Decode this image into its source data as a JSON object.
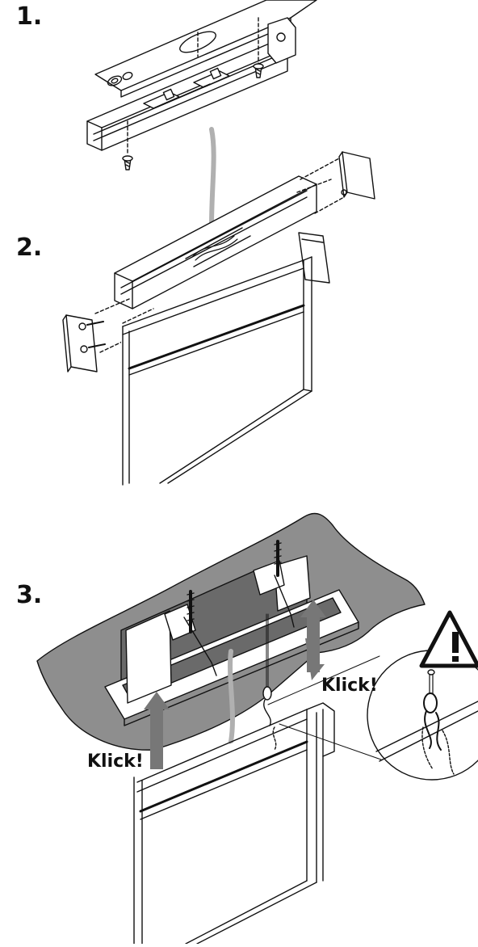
{
  "steps": [
    {
      "number": "1."
    },
    {
      "number": "2."
    },
    {
      "number": "3."
    }
  ],
  "callouts": {
    "klick_right": "Klick!",
    "klick_left": "Klick!"
  },
  "icons": {
    "warning": "warning-triangle-icon"
  },
  "colors": {
    "line": "#111111",
    "ceiling": "#8e8e8e",
    "cable": "#b0b0b0",
    "arrow": "#777777",
    "paper": "#ffffff"
  }
}
